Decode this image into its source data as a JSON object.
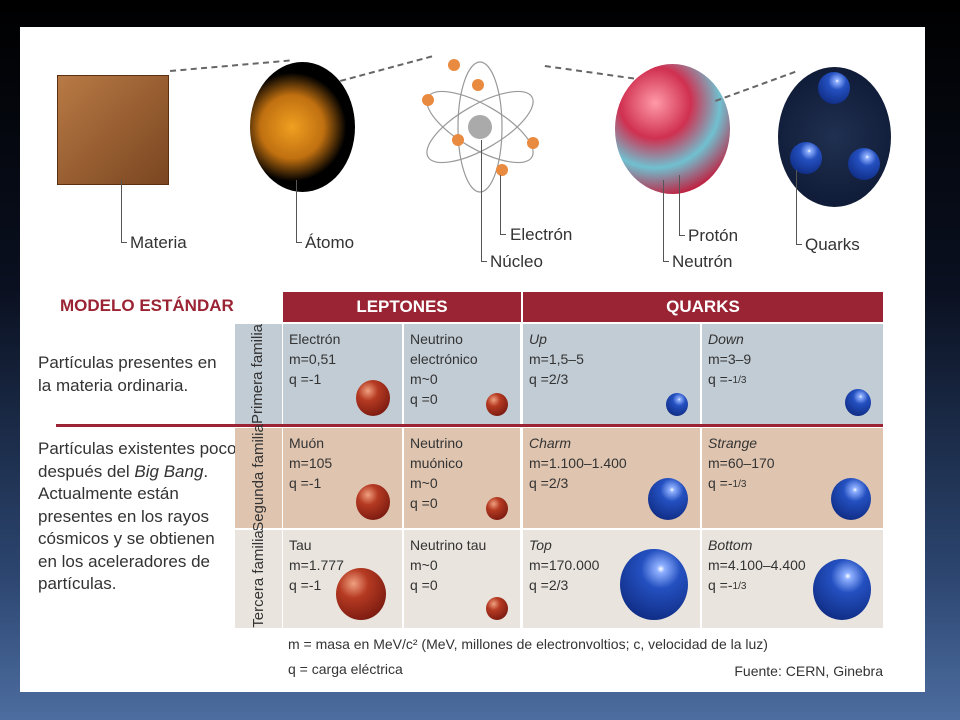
{
  "illustration": {
    "labels": {
      "materia": "Materia",
      "atomo": "Átomo",
      "electron": "Electrón",
      "nucleo": "Núcleo",
      "proton": "Protón",
      "neutron": "Neutrón",
      "quarks": "Quarks"
    }
  },
  "table": {
    "title": "MODELO ESTÁNDAR",
    "groups": [
      "LEPTONES",
      "QUARKS"
    ],
    "families": [
      "Primera familia",
      "Segunda familia",
      "Tercera familia"
    ],
    "descriptions": {
      "ordinary": "Partículas presentes en la materia ordinaria.",
      "bigbang_prefix": "Partículas existentes poco después del",
      "bigbang_italic": "Big Bang",
      "bigbang_suffix": ". Actualmente están presentes en los rayos cósmicos y se obtienen en los aceleradores de partículas."
    },
    "rows": [
      [
        {
          "name": "Electrón",
          "m": "m=0,51",
          "q": "q =-1"
        },
        {
          "name": "Neutrino electrónico",
          "m": "m~0",
          "q": "q =0"
        },
        {
          "name": "Up",
          "m": "m=1,5–5",
          "q": "q =2/3"
        },
        {
          "name": "Down",
          "m": "m=3–9",
          "q": "q =-",
          "qfrac": "1/3"
        }
      ],
      [
        {
          "name": "Muón",
          "m": "m=105",
          "q": "q =-1"
        },
        {
          "name": "Neutrino muónico",
          "m": "m~0",
          "q": "q =0"
        },
        {
          "name": "Charm",
          "m": "m=1.100–1.400",
          "q": "q =2/3"
        },
        {
          "name": "Strange",
          "m": "m=60–170",
          "q": "q =-",
          "qfrac": "1/3"
        }
      ],
      [
        {
          "name": "Tau",
          "m": "m=1.777",
          "q": "q =-1"
        },
        {
          "name": "Neutrino tau",
          "m": "m~0",
          "q": "q =0"
        },
        {
          "name": "Top",
          "m": "m=170.000",
          "q": "q =2/3"
        },
        {
          "name": "Bottom",
          "m": "m=4.100–4.400",
          "q": "q =-",
          "qfrac": "1/3"
        }
      ]
    ]
  },
  "footnotes": {
    "m": "m = masa en MeV/c² (MeV, millones de electronvoltios; c, velocidad de la luz)",
    "q": "q = carga eléctrica",
    "source": "Fuente: CERN, Ginebra"
  },
  "colors": {
    "header": "#9b2434",
    "lepton": "#b53a22",
    "quark": "#2450c0"
  }
}
